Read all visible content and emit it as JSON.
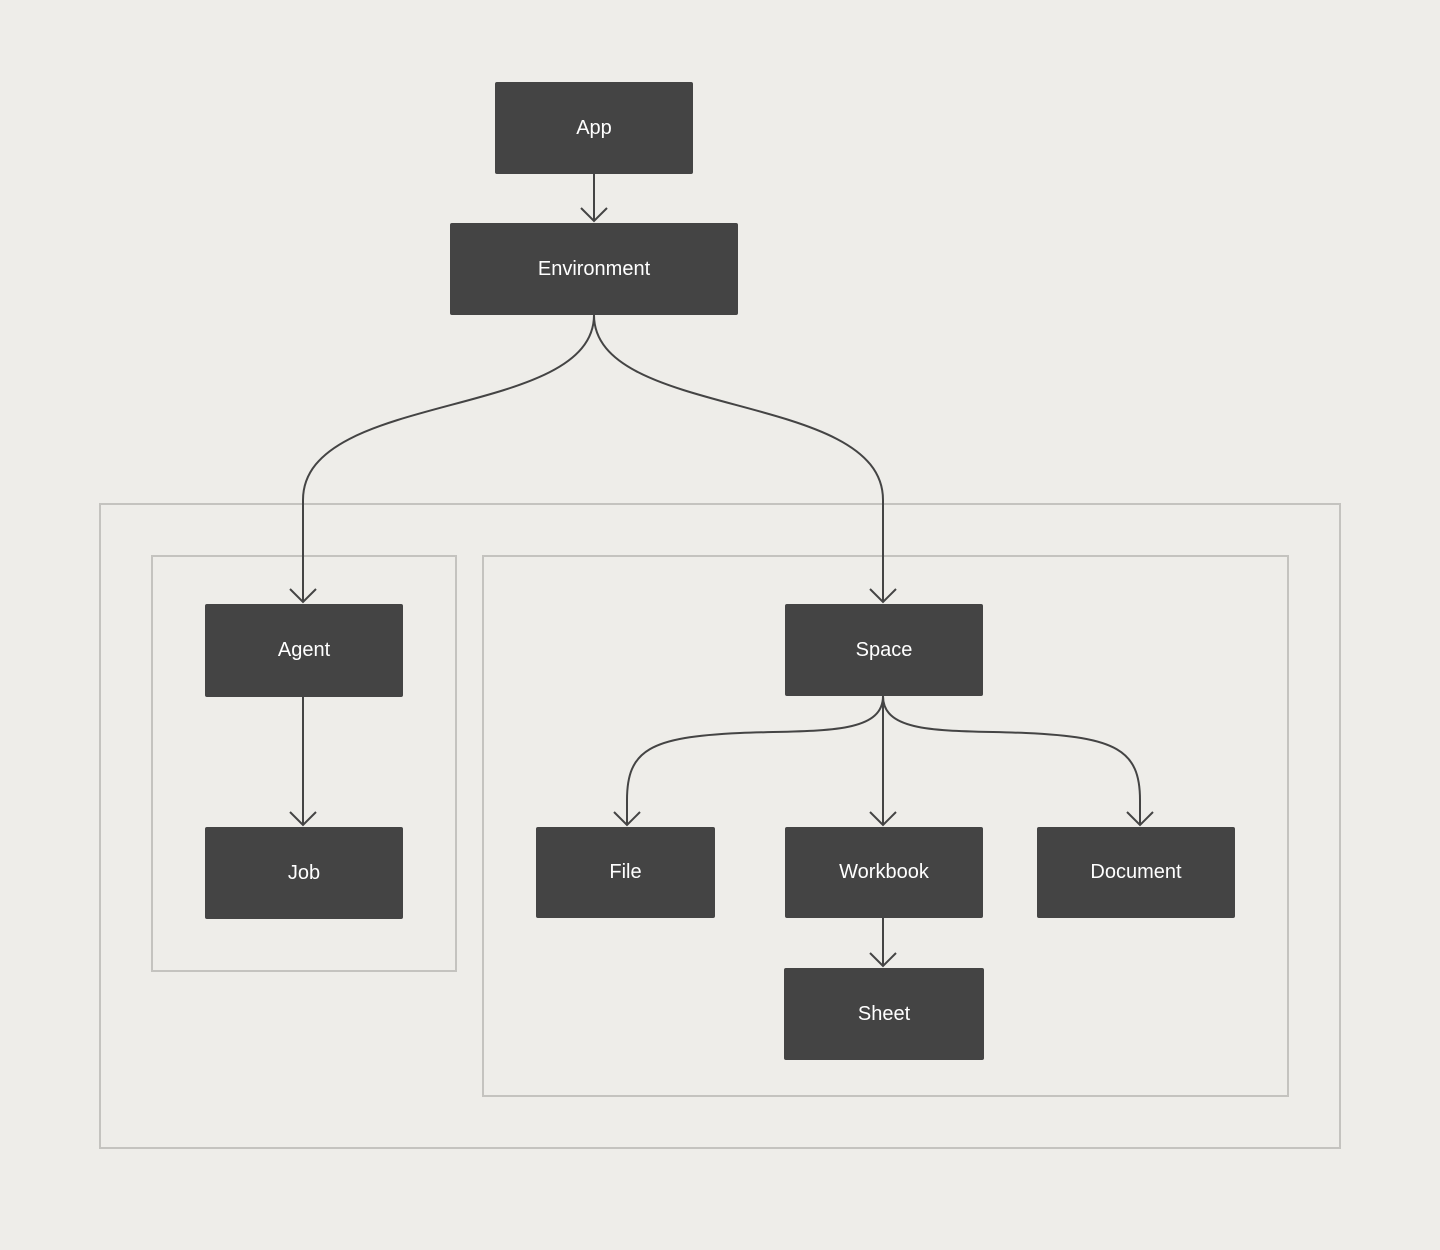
{
  "diagram": {
    "nodes": {
      "app": "App",
      "environment": "Environment",
      "agent": "Agent",
      "job": "Job",
      "space": "Space",
      "file": "File",
      "workbook": "Workbook",
      "document": "Document",
      "sheet": "Sheet"
    },
    "edges": [
      {
        "from": "App",
        "to": "Environment"
      },
      {
        "from": "Environment",
        "to": "Agent"
      },
      {
        "from": "Environment",
        "to": "Space"
      },
      {
        "from": "Agent",
        "to": "Job"
      },
      {
        "from": "Space",
        "to": "File"
      },
      {
        "from": "Space",
        "to": "Workbook"
      },
      {
        "from": "Space",
        "to": "Document"
      },
      {
        "from": "Workbook",
        "to": "Sheet"
      }
    ],
    "colors": {
      "background": "#eeede9",
      "node_fill": "#444444",
      "node_text": "#ffffff",
      "edge": "#444444",
      "frame_border": "#c4c3bf"
    }
  }
}
